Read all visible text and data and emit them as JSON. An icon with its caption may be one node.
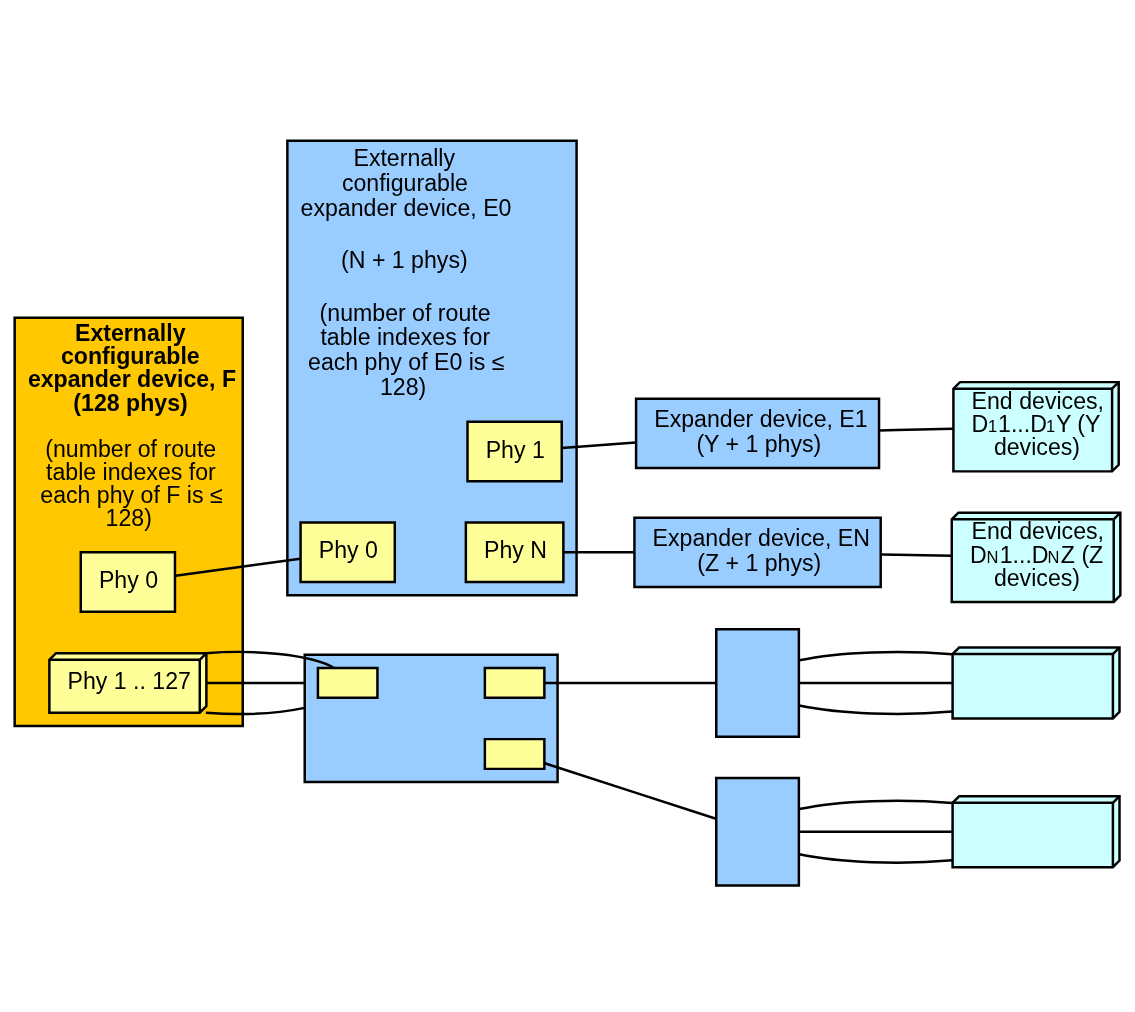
{
  "diagram": {
    "nodes": [
      {
        "text": [
          "Externally configurable expander device, F (128 phys)",
          "(number of route table indexes for each phy of F is ≤ 128)"
        ]
      },
      {
        "text": [
          "Phy 0"
        ],
        "in": 0
      },
      {
        "text": [
          "Phy 1 .. 127"
        ],
        "in": 0
      },
      {
        "text": [
          "Externally configurable expander device, E0",
          "(N + 1 phys)",
          "(number of route table indexes for each phy of E0 is ≤ 128)"
        ]
      },
      {
        "text": [
          "Phy 1"
        ],
        "in": 3
      },
      {
        "text": [
          "Phy 0"
        ],
        "in": 3
      },
      {
        "text": [
          "Phy N"
        ],
        "in": 3
      },
      {
        "text": [
          "Expander device, E1 (Y + 1 phys)"
        ]
      },
      {
        "text": [
          "Expander device, EN (Z + 1 phys)"
        ]
      },
      {
        "text": [
          "End devices, D$_{1}$1...D$_{1}$Y (Y devices)"
        ]
      },
      {
        "text": [
          "End devices, D$_{N}$1...D$_{N}$Z (Z devices)"
        ]
      },
      {
        "text": [],
        "shape": "box"
      },
      {
        "text": [],
        "shape": "box",
        "in": 11
      },
      {
        "text": [],
        "shape": "box",
        "in": 11
      },
      {
        "text": [],
        "shape": "box",
        "in": 11
      },
      {
        "text": [],
        "shape": "box"
      },
      {
        "text": [],
        "shape": "box"
      },
      {
        "text": [],
        "shape": "box"
      },
      {
        "text": [],
        "shape": "box"
      }
    ],
    "edges": [
      {
        "from": 1,
        "to": 5,
        "arrow": "none"
      },
      {
        "from": 4,
        "to": 7,
        "arrow": "none"
      },
      {
        "from": 6,
        "to": 8,
        "arrow": "none"
      },
      {
        "from": 7,
        "to": 9,
        "arrow": "none"
      },
      {
        "from": 8,
        "to": 10,
        "arrow": "none"
      },
      {
        "from": 2,
        "to": 11,
        "arrow": "none"
      },
      {
        "from": 2,
        "to": 11,
        "arrow": "none"
      },
      {
        "from": 2,
        "to": 13,
        "arrow": "none"
      },
      {
        "from": 12,
        "to": 15,
        "arrow": "none"
      },
      {
        "from": 14,
        "to": 16,
        "arrow": "none"
      },
      {
        "from": 15,
        "to": 17,
        "arrow": "none"
      },
      {
        "from": 15,
        "to": 17,
        "arrow": "none"
      },
      {
        "from": 15,
        "to": 17,
        "arrow": "none"
      },
      {
        "from": 16,
        "to": 18,
        "arrow": "none"
      },
      {
        "from": 16,
        "to": 18,
        "arrow": "none"
      },
      {
        "from": 16,
        "to": 18,
        "arrow": "none"
      }
    ]
  }
}
